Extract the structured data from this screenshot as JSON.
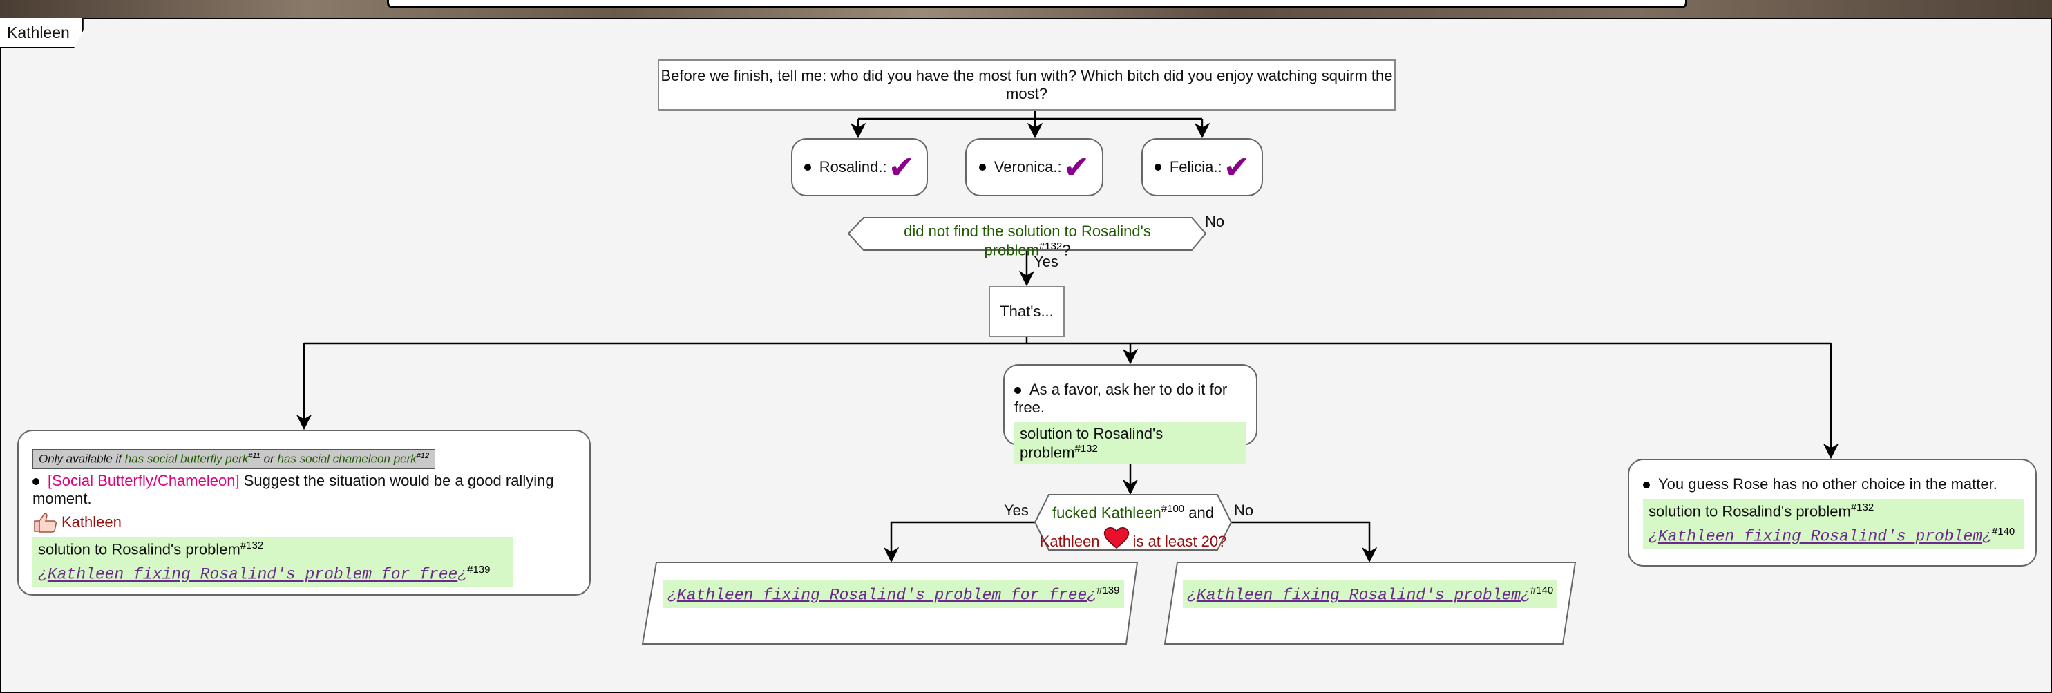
{
  "tab": {
    "label": "Kathleen"
  },
  "question": {
    "text": "Before we finish, tell me: who did you have the most fun with? Which bitch did you enjoy watching squirm the most?"
  },
  "choices": [
    {
      "label": "Rosalind.:"
    },
    {
      "label": "Veronica.:"
    },
    {
      "label": "Felicia.:"
    }
  ],
  "decision1": {
    "text": "did not find the solution to Rosalind's problem",
    "ref": "#132",
    "suffix": "?",
    "yes": "Yes",
    "no": "No"
  },
  "thats": {
    "text": "That's..."
  },
  "left_option": {
    "availability_prefix": "Only available if",
    "perk1": "has social butterfly perk",
    "perk1_ref": "#11",
    "or_word": "or",
    "perk2": "has social chameleon perk",
    "perk2_ref": "#12",
    "tag": "[Social Butterfly/Chameleon]",
    "text": "Suggest the situation would be a good rallying moment.",
    "approval_name": "Kathleen",
    "flag": "solution to Rosalind's problem",
    "flag_ref": "#132",
    "link": "Kathleen fixing Rosalind's problem for free",
    "link_ref": "#139"
  },
  "middle_option": {
    "text": "As a favor, ask her to do it for free.",
    "flag": "solution to Rosalind's problem",
    "flag_ref": "#132"
  },
  "right_option": {
    "text": "You guess Rose has no other choice in the matter.",
    "flag": "solution to Rosalind's problem",
    "flag_ref": "#132",
    "link": "Kathleen fixing Rosalind's problem",
    "link_ref": "#140"
  },
  "decision2": {
    "line1": "fucked Kathleen",
    "line1_ref": "#100",
    "and_word": "and",
    "line2_name": "Kathleen",
    "line2_rest": "is at least 20?",
    "yes": "Yes",
    "no": "No"
  },
  "outcome_yes": {
    "link": "Kathleen fixing Rosalind's problem for free",
    "link_ref": "#139"
  },
  "outcome_no": {
    "link": "Kathleen fixing Rosalind's problem",
    "link_ref": "#140"
  },
  "glyphs": {
    "open": "¿",
    "close": "¿"
  },
  "colors": {
    "check": "#8b008b",
    "condition": "#205a00",
    "flag_bg": "#d6f7c6",
    "link": "#6a2c8a",
    "tag": "#e0007a",
    "name": "#9b0d0d",
    "heart": "#e8102a"
  }
}
